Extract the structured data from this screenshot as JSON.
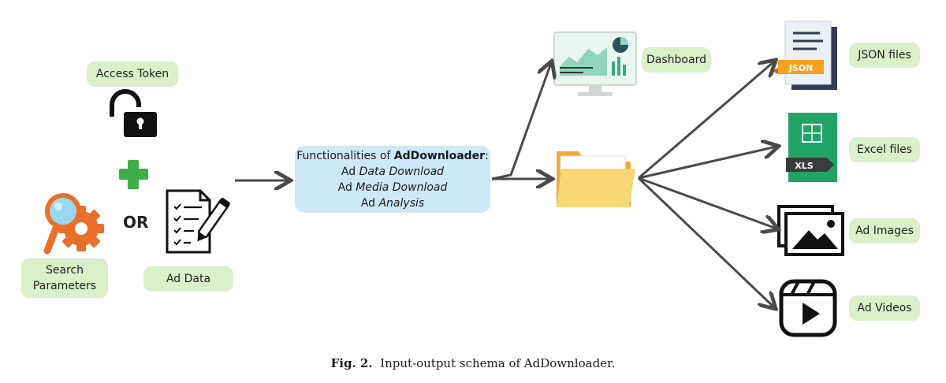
{
  "inputs": {
    "access_token_label": "Access Token",
    "or_label": "OR",
    "search_parameters_line1": "Search",
    "search_parameters_line2": "Parameters",
    "ad_data_label": "Ad Data"
  },
  "center": {
    "heading_prefix": "Functionalities of ",
    "heading_name": "AdDownloader",
    "heading_suffix": ":",
    "item1_prefix": "Ad ",
    "item1_italic": "Data Download",
    "item2_prefix": "Ad ",
    "item2_italic": "Media Download",
    "item3_prefix": "Ad ",
    "item3_italic": "Analysis"
  },
  "outputs": {
    "dashboard_label": "Dashboard",
    "json_label": "JSON files",
    "excel_label": "Excel files",
    "images_label": "Ad Images",
    "videos_label": "Ad Videos",
    "json_badge": "JSON",
    "xls_badge": "XLS"
  },
  "caption": {
    "fig_label": "Fig. 2.",
    "text": "Input-output schema of AdDownloader."
  },
  "colors": {
    "pill_green": "#d9f0c9",
    "center_blue": "#cde8f7",
    "arrow_gray": "#4a4a4a",
    "plus_green": "#3fae49",
    "folder_yellow": "#f7d774",
    "excel_green": "#21a366",
    "json_orange": "#f4a21c"
  }
}
